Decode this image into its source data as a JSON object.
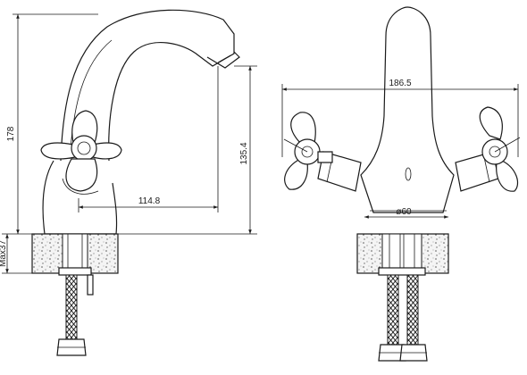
{
  "drawing": {
    "dimensions": {
      "total_height": "178",
      "max_depth": "Max37",
      "spout_height": "135.4",
      "spout_reach": "114.8",
      "overall_width": "186.5",
      "base_diameter": "ø60"
    }
  }
}
